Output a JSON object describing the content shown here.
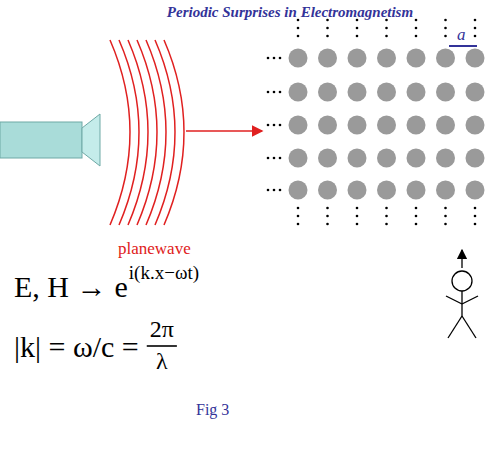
{
  "diagram": {
    "title": "Periodic Surprises in Electromagnetism",
    "caption": "Fig 3",
    "labels": [
      "planewave",
      "a",
      "E, H →",
      "e",
      "i(k.x−ωt)",
      "|k| = ω/c =",
      "2π",
      "λ"
    ]
  }
}
